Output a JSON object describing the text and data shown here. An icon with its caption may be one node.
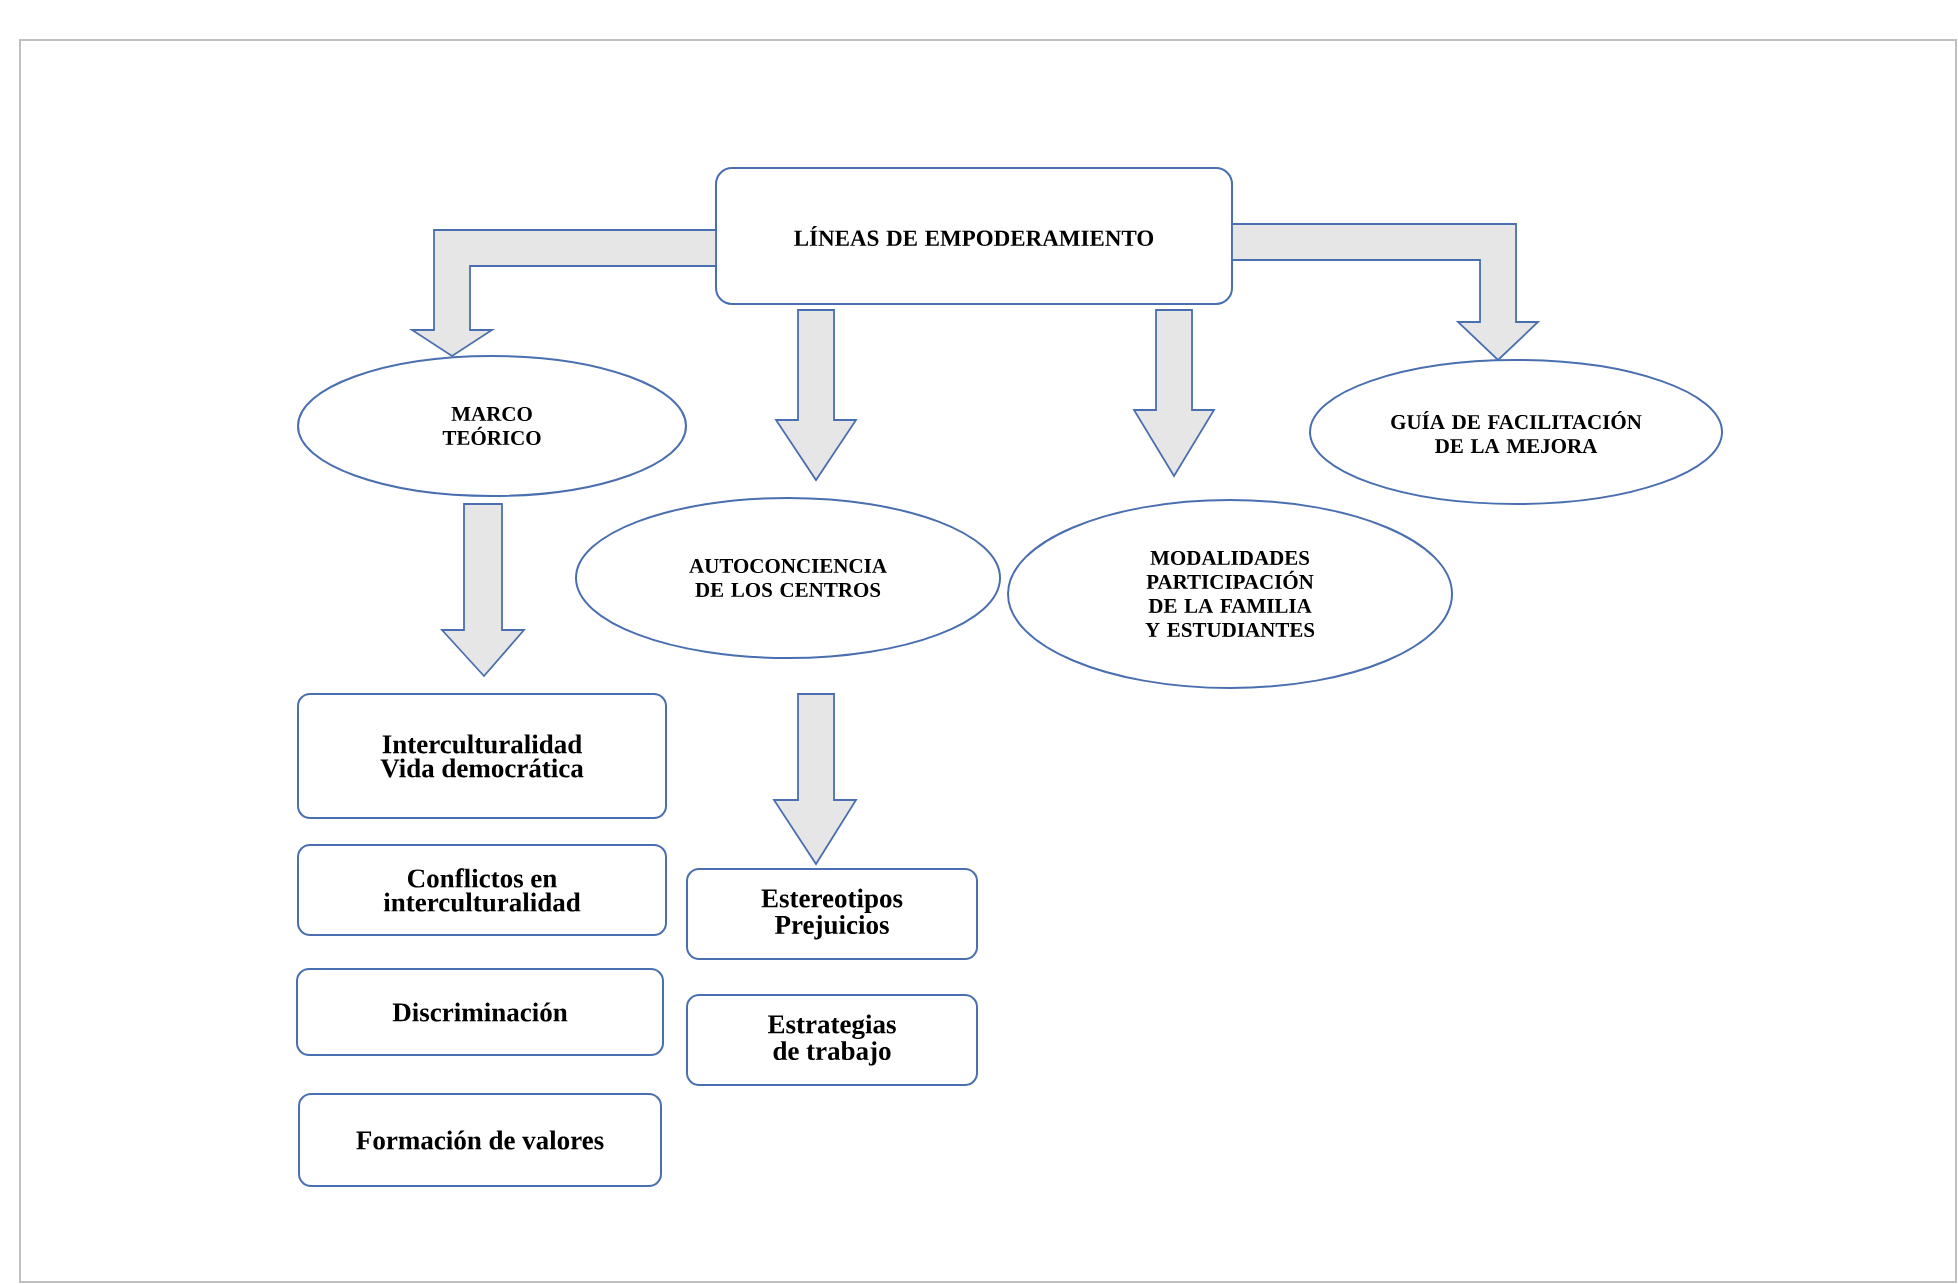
{
  "diagram": {
    "nodes": [
      {
        "text": [
          "LÍNEAS DE EMPODERAMIENTO"
        ]
      },
      {
        "text": [
          "MARCO TEÓRICO"
        ]
      },
      {
        "text": [
          "AUTOCONCIENCIA DE LOS CENTROS"
        ]
      },
      {
        "text": [
          "MODALIDADES PARTICIPACIÓN DE LA FAMILIA Y ESTUDIANTES"
        ]
      },
      {
        "text": [
          "GUÍA DE FACILITACIÓN DE LA MEJORA"
        ]
      },
      {
        "text": [
          "Interculturalidad Vida democrática"
        ]
      },
      {
        "text": [
          "Conflictos en interculturalidad"
        ]
      },
      {
        "text": [
          "Discriminación"
        ]
      },
      {
        "text": [
          "Formación de valores"
        ]
      },
      {
        "text": [
          "Estereotipos Prejuicios"
        ]
      },
      {
        "text": [
          "Estrategias de trabajo"
        ]
      }
    ],
    "edges": [
      {
        "from": 0,
        "to": 1,
        "arrow": "to"
      },
      {
        "from": 0,
        "to": 2,
        "arrow": "to"
      },
      {
        "from": 0,
        "to": 3,
        "arrow": "to"
      },
      {
        "from": 0,
        "to": 4,
        "arrow": "to"
      },
      {
        "from": 1,
        "to": 5,
        "arrow": "to"
      },
      {
        "from": 2,
        "to": 9,
        "arrow": "to"
      }
    ]
  }
}
